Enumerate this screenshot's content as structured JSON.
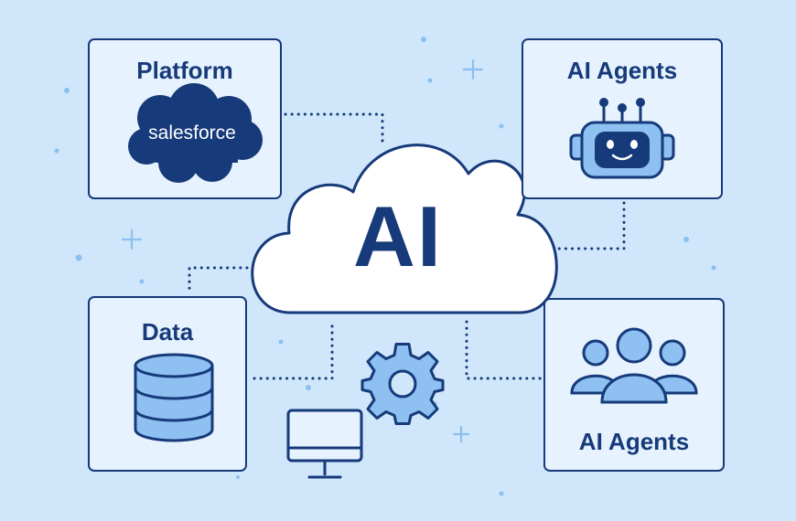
{
  "center": {
    "label": "AI"
  },
  "platform_box": {
    "title": "Platform",
    "logo_text": "salesforce"
  },
  "agents_top_box": {
    "title": "AI Agents",
    "icon": "robot-icon"
  },
  "data_box": {
    "title": "Data",
    "icon": "database-icon"
  },
  "agents_bottom_box": {
    "title": "AI Agents",
    "icon": "users-group-icon"
  },
  "extra_icons": [
    "gear-icon",
    "monitor-icon"
  ],
  "colors": {
    "background": "#cfe6fb",
    "box_fill": "#e6f2fd",
    "outline": "#163a7a",
    "icon_fill": "#8ec0f1",
    "accent": "#6aa9ea"
  }
}
